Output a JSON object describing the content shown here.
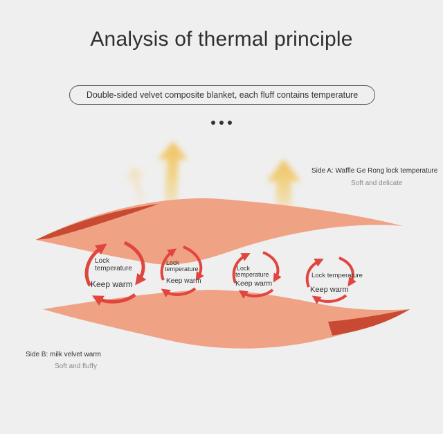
{
  "title": "Analysis of thermal principle",
  "banner": "Double-sided velvet composite blanket, each fluff contains temperature",
  "side_a": {
    "label": "Side A: Waffle Ge Rong lock temperature",
    "sub": "Soft and delicate"
  },
  "side_b": {
    "label": "Side B: milk velvet warm",
    "sub": "Soft and fluffy"
  },
  "cycles": [
    {
      "lock_line1": "Lock",
      "lock_line2": "temperature",
      "keep": "Keep warm"
    },
    {
      "lock_line1": "Lock",
      "lock_line2": "temperature",
      "keep": "Keep warm"
    },
    {
      "lock_line1": "Lock",
      "lock_line2": "temperature",
      "keep": "Keep warm"
    },
    {
      "lock_line1": "Lock temperature",
      "lock_line2": "",
      "keep": "Keep warm"
    }
  ],
  "colors": {
    "background": "#efefef",
    "blanket_fill": "#f0a285",
    "blanket_edge": "#c94a32",
    "arrow_red": "#e0453e",
    "heat_arrow": "#f2cc6e"
  },
  "icons": [
    "heat-arrow-icon",
    "cycle-arrow-icon",
    "ellipsis-dots-icon"
  ]
}
